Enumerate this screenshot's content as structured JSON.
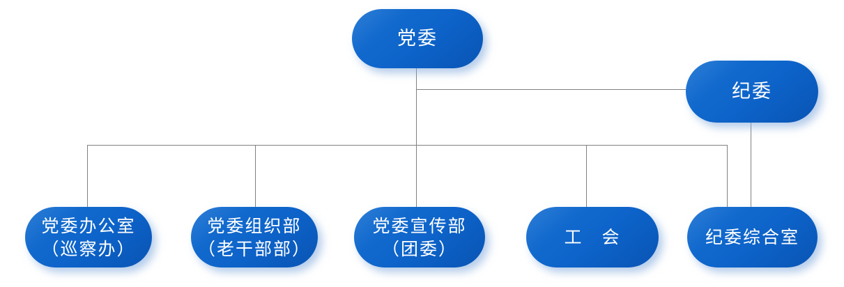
{
  "colors": {
    "background": "#ffffff",
    "node_gradient_start": "#2e7ed6",
    "node_gradient_mid": "#0d63c9",
    "node_gradient_end": "#0954b4",
    "node_text": "#ffffff",
    "node_shadow": "rgba(130,170,220,0.6)",
    "connector": "#808080"
  },
  "org_chart": {
    "type": "org-tree",
    "root": {
      "label": "党委"
    },
    "secondary": {
      "label": "纪委"
    },
    "children": [
      {
        "label_line1": "党委办公室",
        "label_line2": "（巡察办）"
      },
      {
        "label_line1": "党委组织部",
        "label_line2": "（老干部部）"
      },
      {
        "label_line1": "党委宣传部",
        "label_line2": "（团委）"
      },
      {
        "label_line1": "工　会",
        "label_line2": ""
      },
      {
        "label_line1": "纪委综合室",
        "label_line2": ""
      }
    ],
    "edges": [
      {
        "from": "党委",
        "to": "纪委"
      },
      {
        "from": "党委",
        "to": "党委办公室（巡察办）"
      },
      {
        "from": "党委",
        "to": "党委组织部（老干部部）"
      },
      {
        "from": "党委",
        "to": "党委宣传部（团委）"
      },
      {
        "from": "党委",
        "to": "工会"
      },
      {
        "from": "党委",
        "to": "纪委综合室"
      },
      {
        "from": "纪委",
        "to": "纪委综合室"
      }
    ]
  }
}
